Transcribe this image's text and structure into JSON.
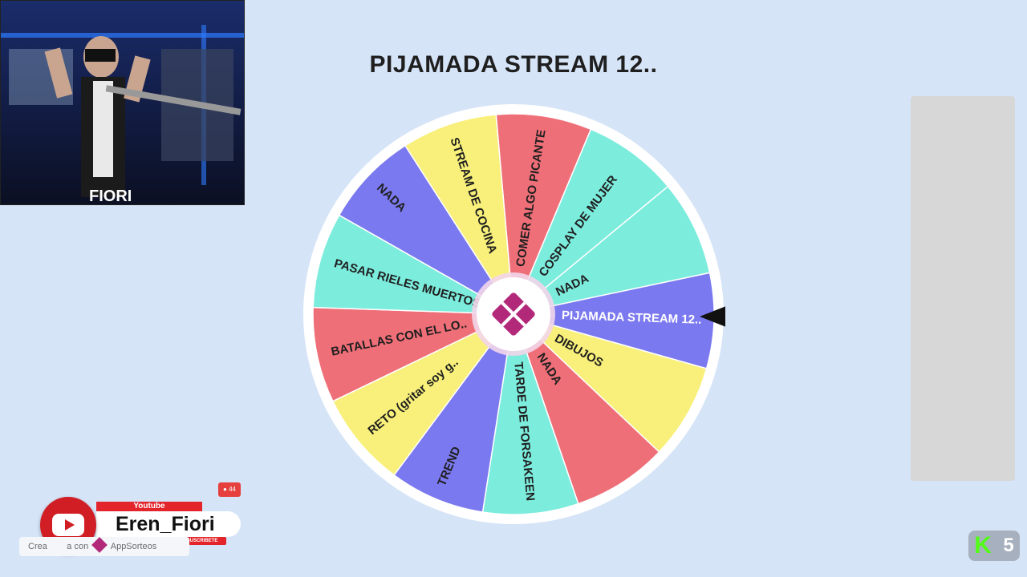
{
  "title": "PIJAMADA STREAM 12..",
  "wheel": {
    "segments": [
      {
        "label": "COMER ALGO PICANTE",
        "color": "#ef6f78"
      },
      {
        "label": "COSPLAY DE MUJER",
        "color": "#7cecdd"
      },
      {
        "label": "NADA",
        "color": "#7cecdd"
      },
      {
        "label": "PIJAMADA STREAM 12..",
        "color": "#7b79ef"
      },
      {
        "label": "DIBUJOS",
        "color": "#f8f07a"
      },
      {
        "label": "NADA",
        "color": "#ef6f78"
      },
      {
        "label": "TARDE DE FORSAKEEN",
        "color": "#7cecdd"
      },
      {
        "label": "TREND",
        "color": "#7b79ef"
      },
      {
        "label": "RETO (gritar soy g..",
        "color": "#f8f07a"
      },
      {
        "label": "BATALLAS CON EL LO..",
        "color": "#ef6f78"
      },
      {
        "label": "PASAR RIELES MUERTOS",
        "color": "#7cecdd"
      },
      {
        "label": "NADA",
        "color": "#7b79ef"
      },
      {
        "label": "STREAM DE COCINA",
        "color": "#f8f07a"
      }
    ],
    "center_logo_color": "#b3297a",
    "selected_label": "PIJAMADA STREAM 12.."
  },
  "overlay": {
    "platform": "Youtube",
    "channel": "Eren_Fiori",
    "subscribe": "SUSCRIBETE",
    "viewers": "44"
  },
  "made_with": {
    "prefix": "Crea",
    "middle": "a con",
    "brand": "AppSorteos"
  },
  "kick": {
    "letter": "K",
    "count": "5"
  },
  "webcam": {
    "caption": "FIORI"
  }
}
